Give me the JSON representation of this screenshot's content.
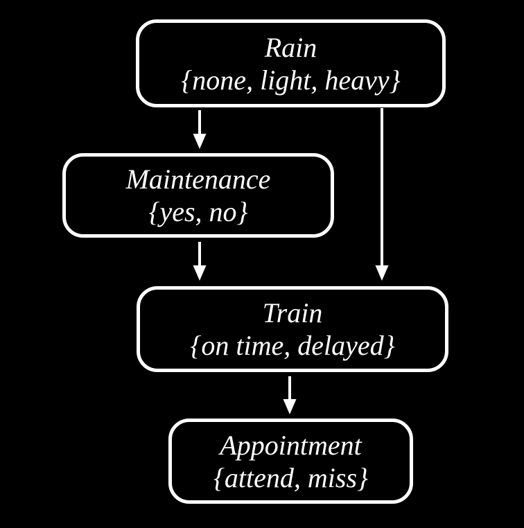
{
  "diagram": {
    "kind": "bayesian-network",
    "background_color": "#000000",
    "node_border_color": "#ffffff",
    "node_fill_color": "#000000",
    "text_color": "#ffffff",
    "arrow_color": "#ffffff",
    "nodes": [
      {
        "id": "rain",
        "label": "Rain",
        "values": "{none, light, heavy}"
      },
      {
        "id": "maintenance",
        "label": "Maintenance",
        "values": "{yes, no}"
      },
      {
        "id": "train",
        "label": "Train",
        "values": "{on time, delayed}"
      },
      {
        "id": "appointment",
        "label": "Appointment",
        "values": "{attend, miss}"
      }
    ],
    "edges": [
      {
        "from": "rain",
        "to": "maintenance"
      },
      {
        "from": "rain",
        "to": "train"
      },
      {
        "from": "maintenance",
        "to": "train"
      },
      {
        "from": "train",
        "to": "appointment"
      }
    ]
  }
}
